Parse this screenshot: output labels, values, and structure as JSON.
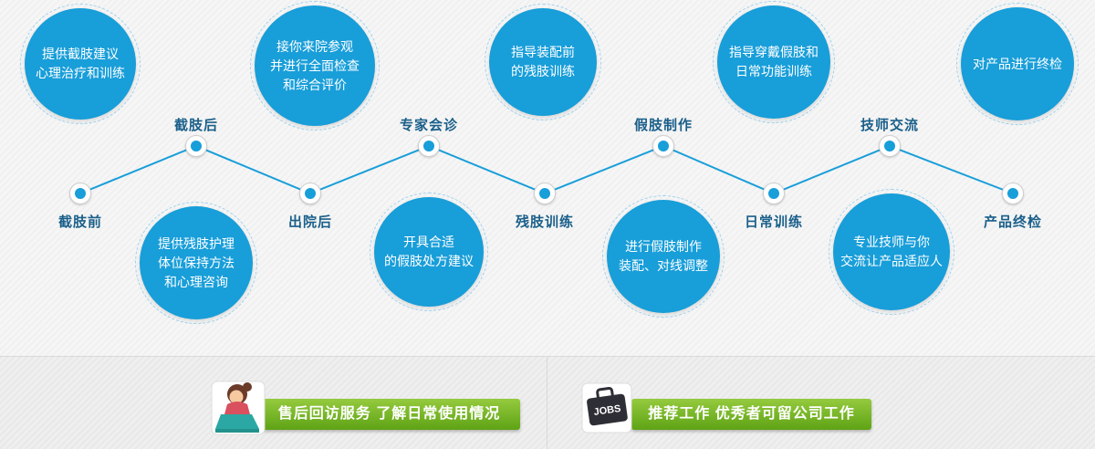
{
  "colors": {
    "accent_blue": "#189ed9",
    "dashed_ring": "#9fd2ec",
    "label_blue": "#1a5f8a",
    "banner_green_top": "#95ca3e",
    "banner_green_bottom": "#5ea315"
  },
  "diagram": {
    "bubbles": [
      {
        "text": "提供截肢建议\n心理治疗和训练"
      },
      {
        "text": "接你来院参观\n并进行全面检查\n和综合评价"
      },
      {
        "text": "指导装配前\n的残肢训练"
      },
      {
        "text": "指导穿戴假肢和\n日常功能训练"
      },
      {
        "text": "对产品进行终检"
      },
      {
        "text": "提供残肢护理\n体位保持方法\n和心理咨询"
      },
      {
        "text": "开具合适\n的假肢处方建议"
      },
      {
        "text": "进行假肢制作\n装配、对线调整"
      },
      {
        "text": "专业技师与你\n交流让产品适应人"
      }
    ],
    "stages": [
      {
        "label": "截肢前"
      },
      {
        "label": "截肢后"
      },
      {
        "label": "出院后"
      },
      {
        "label": "专家会诊"
      },
      {
        "label": "残肢训练"
      },
      {
        "label": "假肢制作"
      },
      {
        "label": "日常训练"
      },
      {
        "label": "技师交流"
      },
      {
        "label": "产品终检"
      }
    ]
  },
  "footer": {
    "left_banner": {
      "text": "售后回访服务 了解日常使用情况"
    },
    "right_banner": {
      "text": "推荐工作 优秀者可留公司工作",
      "icon_label": "JOBS"
    }
  }
}
